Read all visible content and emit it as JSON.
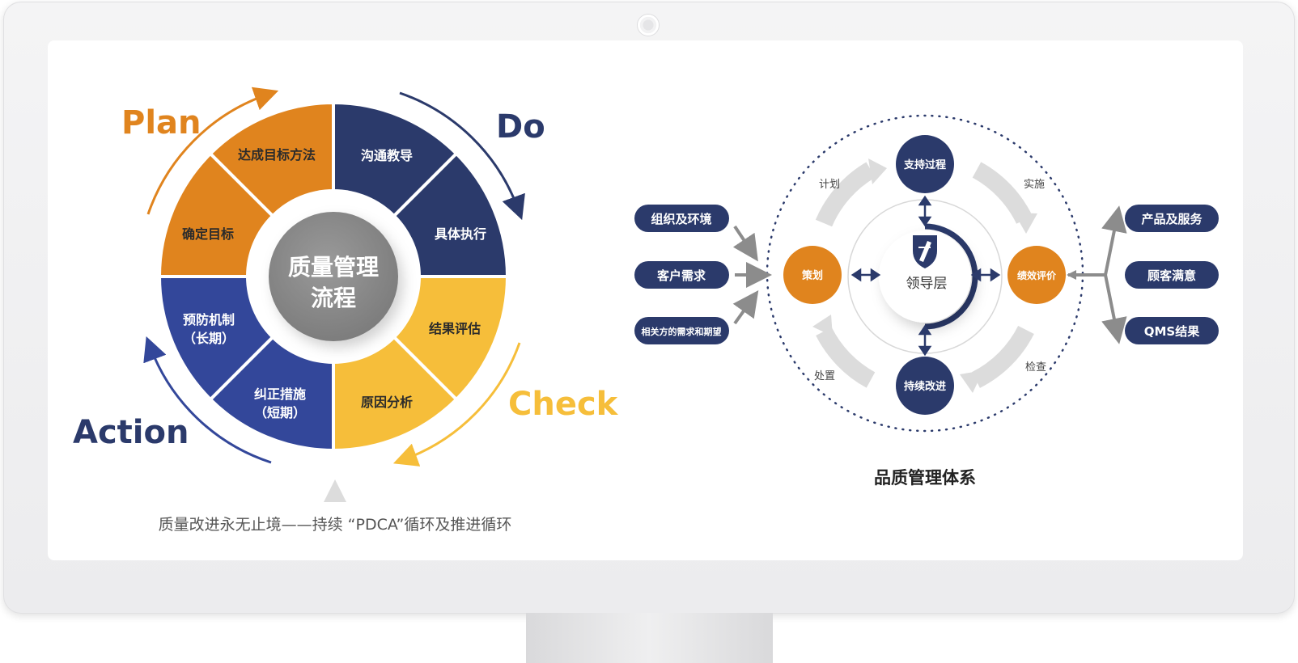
{
  "pdca": {
    "center_line1": "质量管理",
    "center_line2": "流程",
    "phase_plan": "Plan",
    "phase_do": "Do",
    "phase_check": "Check",
    "phase_action": "Action",
    "seg_goal_method": "达成目标方法",
    "seg_communicate": "沟通教导",
    "seg_execute": "具体执行",
    "seg_evaluate": "结果评估",
    "seg_cause": "原因分析",
    "seg_correct_1": "纠正措施",
    "seg_correct_2": "（短期）",
    "seg_prevent_1": "预防机制",
    "seg_prevent_2": "（长期）",
    "seg_set_goal": "确定目标",
    "caption": "质量改进永无止境——持续 “PDCA”循环及推进循环"
  },
  "qms": {
    "leadership": "领导层",
    "support": "支持过程",
    "planning": "策划",
    "performance": "绩效评价",
    "improvement": "持续改进",
    "label_plan": "计划",
    "label_implement": "实施",
    "label_check": "检查",
    "label_dispose": "处置",
    "inputs": [
      "组织及环境",
      "客户需求",
      "相关方的需求和期望"
    ],
    "outputs": [
      "产品及服务",
      "顾客满意",
      "QMS结果"
    ],
    "title": "品质管理体系"
  },
  "colors": {
    "orange": "#E0841E",
    "navy": "#2B3A6B",
    "blue": "#33479A",
    "yellow": "#F6BE3A",
    "grey": "#8C8C8C"
  }
}
